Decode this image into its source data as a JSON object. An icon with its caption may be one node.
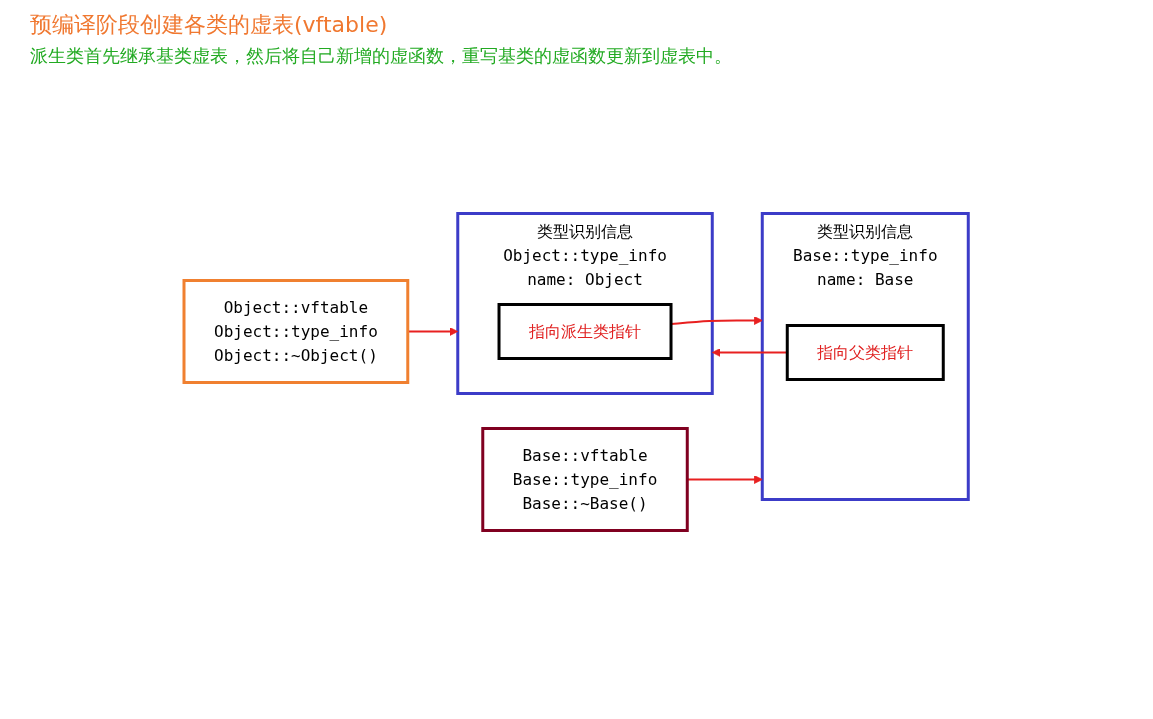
{
  "diagram": {
    "title": "预编译阶段创建各类的虚表(vftable)",
    "nodes": [
      {
        "text": [
          "Object::vftable",
          "Object::type_info",
          "Object::~Object()"
        ]
      },
      {
        "text": [
          "类型识别信息",
          "Object::type_info",
          "name: Object"
        ]
      },
      {
        "text": [
          "指向派生类指针"
        ],
        "in": 1
      },
      {
        "text": [
          "Base::vftable",
          "Base::type_info",
          "Base::~Base()"
        ]
      },
      {
        "text": [
          "类型识别信息",
          "Base::type_info",
          "name: Base"
        ]
      },
      {
        "text": [
          "指向父类指针"
        ],
        "in": 4
      }
    ],
    "edges": [
      {
        "from": 0,
        "to": 1,
        "arrow": "to"
      },
      {
        "from": 2,
        "to": 4,
        "arrow": "to"
      },
      {
        "from": 3,
        "to": 4,
        "arrow": "to"
      },
      {
        "from": 5,
        "to": 1,
        "arrow": "to"
      }
    ],
    "labels": [
      "派生类首先继承基类虚表，然后将自己新增的虚函数，重写基类的虚函数更新到虚表中。"
    ]
  }
}
